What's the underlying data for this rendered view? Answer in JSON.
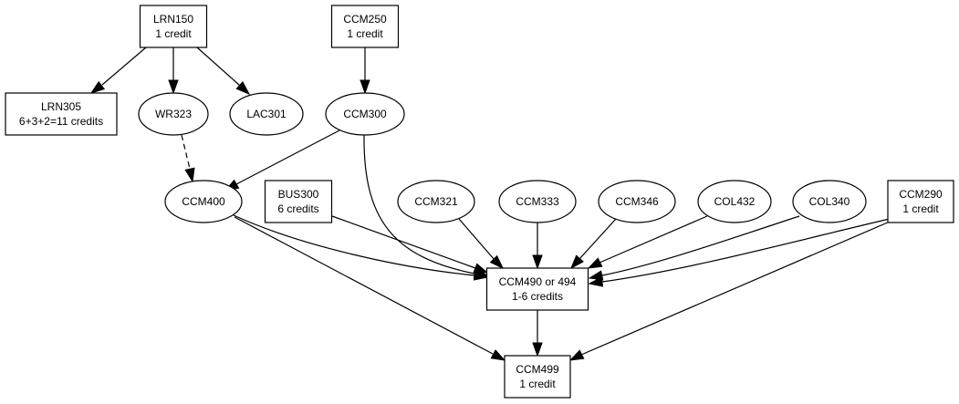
{
  "diagram": {
    "type": "directed-graph",
    "nodes": [
      {
        "id": "LRN150",
        "shape": "box",
        "lines": [
          "LRN150",
          "1 credit"
        ]
      },
      {
        "id": "CCM250",
        "shape": "box",
        "lines": [
          "CCM250",
          "1 credit"
        ]
      },
      {
        "id": "LRN305",
        "shape": "box",
        "lines": [
          "LRN305",
          "6+3+2=11 credits"
        ]
      },
      {
        "id": "WR323",
        "shape": "ellipse",
        "lines": [
          "WR323"
        ]
      },
      {
        "id": "LAC301",
        "shape": "ellipse",
        "lines": [
          "LAC301"
        ]
      },
      {
        "id": "CCM300",
        "shape": "ellipse",
        "lines": [
          "CCM300"
        ]
      },
      {
        "id": "CCM400",
        "shape": "ellipse",
        "lines": [
          "CCM400"
        ]
      },
      {
        "id": "BUS300",
        "shape": "box",
        "lines": [
          "BUS300",
          "6 credits"
        ]
      },
      {
        "id": "CCM321",
        "shape": "ellipse",
        "lines": [
          "CCM321"
        ]
      },
      {
        "id": "CCM333",
        "shape": "ellipse",
        "lines": [
          "CCM333"
        ]
      },
      {
        "id": "CCM346",
        "shape": "ellipse",
        "lines": [
          "CCM346"
        ]
      },
      {
        "id": "COL432",
        "shape": "ellipse",
        "lines": [
          "COL432"
        ]
      },
      {
        "id": "COL340",
        "shape": "ellipse",
        "lines": [
          "COL340"
        ]
      },
      {
        "id": "CCM290",
        "shape": "box",
        "lines": [
          "CCM290",
          "1 credit"
        ]
      },
      {
        "id": "CCM490",
        "shape": "box",
        "lines": [
          "CCM490 or 494",
          "1-6 credits"
        ]
      },
      {
        "id": "CCM499",
        "shape": "box",
        "lines": [
          "CCM499",
          "1 credit"
        ]
      }
    ],
    "edges": [
      {
        "from": "LRN150",
        "to": "LRN305",
        "style": "solid"
      },
      {
        "from": "LRN150",
        "to": "WR323",
        "style": "solid"
      },
      {
        "from": "LRN150",
        "to": "LAC301",
        "style": "solid"
      },
      {
        "from": "CCM250",
        "to": "CCM300",
        "style": "solid"
      },
      {
        "from": "WR323",
        "to": "CCM400",
        "style": "dashed"
      },
      {
        "from": "CCM300",
        "to": "CCM400",
        "style": "solid"
      },
      {
        "from": "CCM300",
        "to": "CCM490",
        "style": "solid"
      },
      {
        "from": "CCM400",
        "to": "CCM490",
        "style": "solid"
      },
      {
        "from": "CCM400",
        "to": "CCM499",
        "style": "solid"
      },
      {
        "from": "BUS300",
        "to": "CCM490",
        "style": "solid"
      },
      {
        "from": "CCM321",
        "to": "CCM490",
        "style": "solid"
      },
      {
        "from": "CCM333",
        "to": "CCM490",
        "style": "solid"
      },
      {
        "from": "CCM346",
        "to": "CCM490",
        "style": "solid"
      },
      {
        "from": "COL432",
        "to": "CCM490",
        "style": "solid"
      },
      {
        "from": "COL340",
        "to": "CCM490",
        "style": "solid"
      },
      {
        "from": "CCM290",
        "to": "CCM490",
        "style": "solid"
      },
      {
        "from": "CCM290",
        "to": "CCM499",
        "style": "solid"
      },
      {
        "from": "CCM490",
        "to": "CCM499",
        "style": "solid"
      }
    ]
  }
}
